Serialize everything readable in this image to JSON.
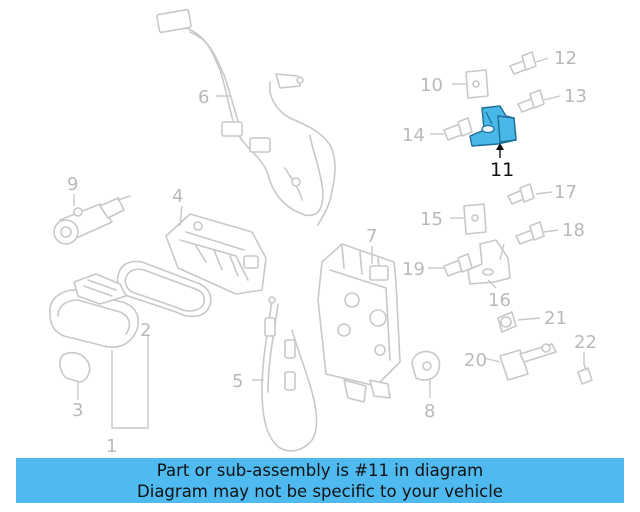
{
  "diagram": {
    "callouts": [
      "1",
      "2",
      "3",
      "4",
      "5",
      "6",
      "7",
      "8",
      "9",
      "10",
      "11",
      "12",
      "13",
      "14",
      "15",
      "16",
      "17",
      "18",
      "19",
      "20",
      "21",
      "22"
    ],
    "highlighted_part": "11"
  },
  "banner": {
    "line1": "Part or sub-assembly is #11 in diagram",
    "line2": "Diagram may not be specific to your vehicle",
    "background": "#4ebaf0"
  },
  "colors": {
    "highlight_fill": "#47b8e8",
    "line_art": "#c8c8c8",
    "callout_text": "#b9b9b9"
  }
}
